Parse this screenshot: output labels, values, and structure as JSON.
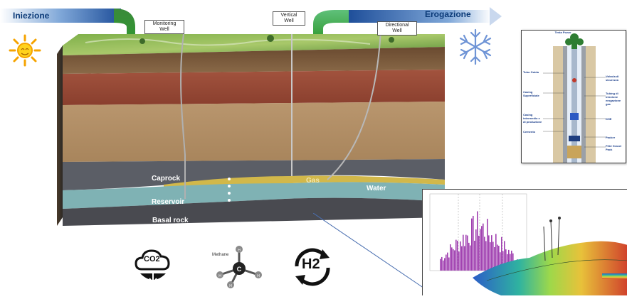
{
  "arrows": {
    "injection_label": "Iniezione",
    "withdrawal_label": "Erogazione"
  },
  "wells": {
    "monitoring": "Monitoring Well",
    "vertical": "Vertical Well",
    "directional": "Directional Well"
  },
  "layers": {
    "caprock": "Caprock",
    "reservoir": "Reservoir",
    "basal_rock": "Basal rock",
    "gas": "Gas",
    "water": "Water"
  },
  "molecules": {
    "methane_label": "Methane",
    "co2_label": "CO2",
    "h2_label": "H2"
  },
  "well_schematic": {
    "top_label": "Testa Pozzo",
    "labels_left": [
      "Tubo Guida",
      "Casing Superficiale",
      "Casing intermedio e di produzione",
      "Cemento"
    ],
    "labels_right": [
      "Valvola di sicurezza",
      "Tubing di iniezione erogazione gas",
      "DHE",
      "Packer",
      "Filtri Gravel Pack"
    ]
  },
  "colors": {
    "arrow_blue": "#1f4f9a",
    "arrow_green": "#3aa35a",
    "histogram_purple": "#a040b0"
  }
}
